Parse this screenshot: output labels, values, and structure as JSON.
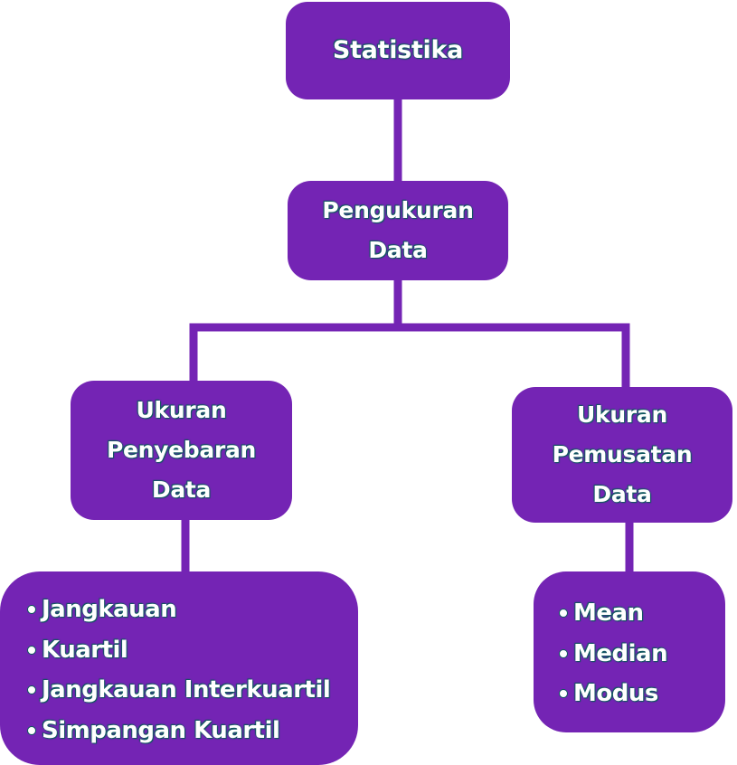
{
  "colors": {
    "node_fill": "#7424b4",
    "text": "#ffffff",
    "text_outline": "#0a5a5a",
    "connector": "#7424b4"
  },
  "root": {
    "lines": [
      "Statistika"
    ]
  },
  "level1": {
    "lines": [
      "Pengukuran",
      "Data"
    ]
  },
  "left_branch": {
    "lines": [
      "Ukuran",
      "Penyebaran",
      "Data"
    ],
    "items": [
      "Jangkauan",
      "Kuartil",
      "Jangkauan Interkuartil",
      "Simpangan Kuartil"
    ]
  },
  "right_branch": {
    "lines": [
      "Ukuran",
      "Pemusatan",
      "Data"
    ],
    "items": [
      "Mean",
      "Median",
      "Modus"
    ]
  }
}
